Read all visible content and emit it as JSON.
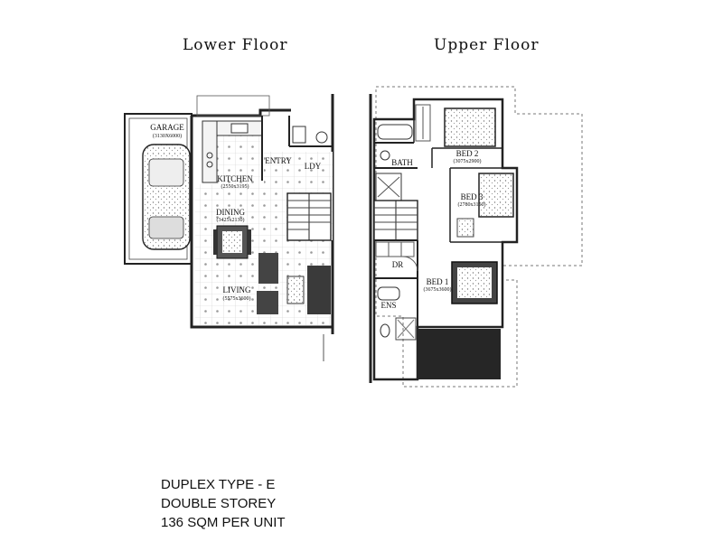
{
  "titles": {
    "lower": "Lower Floor",
    "upper": "Upper Floor"
  },
  "rooms": {
    "garage": {
      "name": "GARAGE",
      "dims": "(3130X6000)"
    },
    "kitchen": {
      "name": "KITCHEN",
      "dims": "(2550x3195)"
    },
    "entry": {
      "name": "ENTRY"
    },
    "ldy": {
      "name": "LDY"
    },
    "dining": {
      "name": "DINING",
      "dims": "(3425x2130)"
    },
    "living": {
      "name": "LIVING",
      "dims": "(5575x3600)"
    },
    "bath": {
      "name": "BATH"
    },
    "bed2": {
      "name": "BED 2",
      "dims": "(3075x2900)"
    },
    "bed3": {
      "name": "BED 3",
      "dims": "(2780x3150)"
    },
    "dr": {
      "name": "DR"
    },
    "bed1": {
      "name": "BED 1",
      "dims": "(3675x3600)"
    },
    "ens": {
      "name": "ENS"
    }
  },
  "info": {
    "line1": "DUPLEX TYPE - E",
    "line2": "DOUBLE STOREY",
    "line3": "136 SQM PER UNIT"
  }
}
